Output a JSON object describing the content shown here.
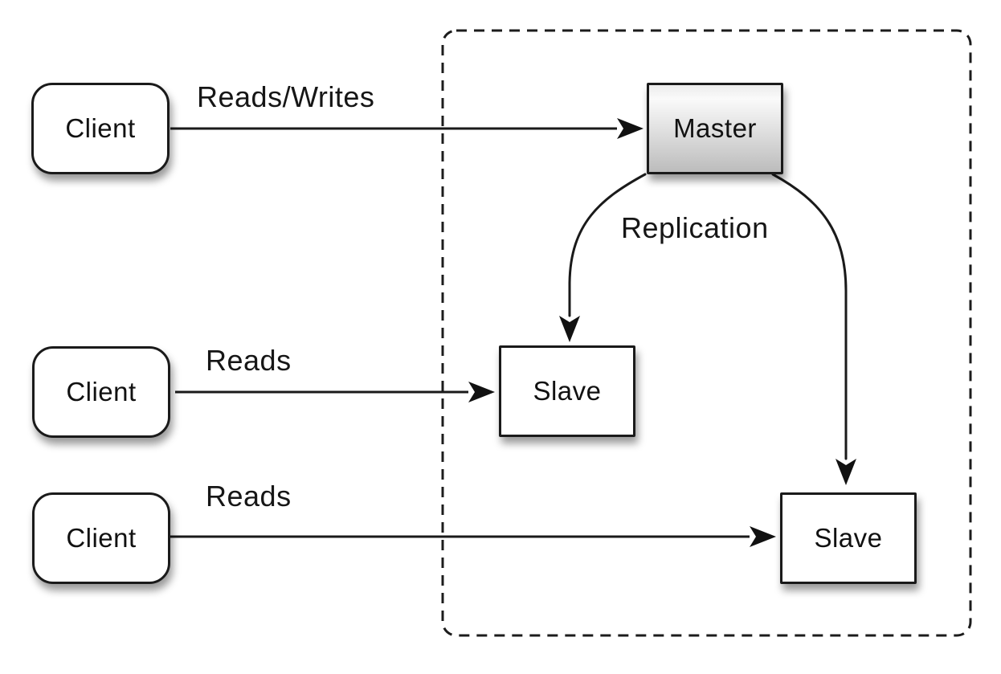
{
  "diagram": {
    "type": "architecture-diagram",
    "nodes": {
      "client1": {
        "label": "Client",
        "shape": "rounded"
      },
      "client2": {
        "label": "Client",
        "shape": "rounded"
      },
      "client3": {
        "label": "Client",
        "shape": "rounded"
      },
      "master": {
        "label": "Master",
        "shape": "rect",
        "fill": "gradient-gray"
      },
      "slave1": {
        "label": "Slave",
        "shape": "rect",
        "fill": "white"
      },
      "slave2": {
        "label": "Slave",
        "shape": "rect",
        "fill": "white"
      }
    },
    "edge_labels": {
      "client1_master": "Reads/Writes",
      "client2_slave1": "Reads",
      "client3_slave2": "Reads",
      "replication": "Replication"
    },
    "edges": [
      {
        "from": "client1",
        "to": "master",
        "label": "Reads/Writes",
        "style": "straight-arrow"
      },
      {
        "from": "client2",
        "to": "slave1",
        "label": "Reads",
        "style": "straight-arrow"
      },
      {
        "from": "client3",
        "to": "slave2",
        "label": "Reads",
        "style": "straight-arrow"
      },
      {
        "from": "master",
        "to": "slave1",
        "label": "Replication",
        "style": "curved-arrow"
      },
      {
        "from": "master",
        "to": "slave2",
        "label": "Replication",
        "style": "curved-arrow"
      }
    ],
    "groups": [
      {
        "id": "replication-cluster",
        "contains": [
          "master",
          "slave1",
          "slave2"
        ],
        "border": "dashed"
      }
    ],
    "colors": {
      "background": "#ffffff",
      "line": "#1a1a1a",
      "node_border": "#1a1a1a",
      "node_fill": "#ffffff",
      "master_fill_top": "#fafafa",
      "master_fill_bottom": "#bcbcbc",
      "text": "#161616"
    }
  }
}
